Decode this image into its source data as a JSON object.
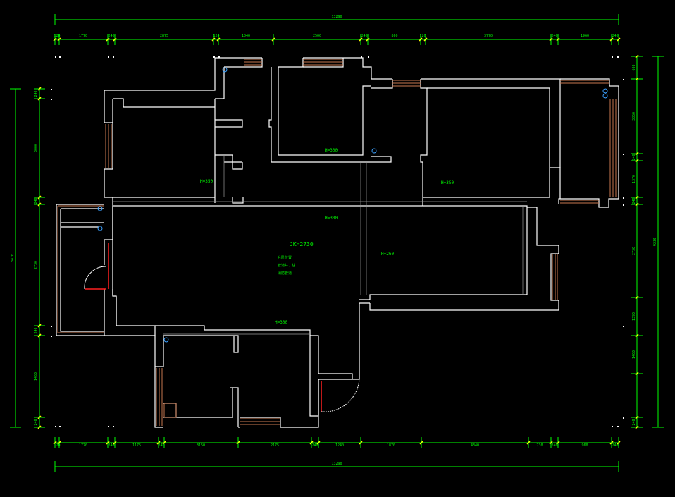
{
  "colors": {
    "background": "#000000",
    "wall": "#ffffff",
    "dim_line": "#00ff00",
    "dim_tick": "#ffff00",
    "window": "#c87850",
    "door_red": "#ff2020",
    "label": "#00ff00",
    "fixture": "#3aa0ff"
  },
  "dimensions": {
    "top_total": "13290",
    "bottom_total": "13290",
    "left_total": "8470",
    "right_total": "9230",
    "top_segments": [
      "120",
      "1770",
      "240",
      "2875",
      "120",
      "1040",
      "2500",
      "240",
      "860",
      "120",
      "3770",
      "240",
      "1960",
      "240"
    ],
    "bottom_segments": [
      "120",
      "1770",
      "240",
      "1175",
      "240",
      "3150",
      "2175",
      "240",
      "1240",
      "1870",
      "4340",
      "730",
      "240",
      "960",
      "240"
    ],
    "left_segments": [
      "240",
      "3000",
      "240",
      "2730",
      "240",
      "1460",
      "240"
    ],
    "right_segments": [
      "600",
      "3860",
      "240",
      "1370",
      "240",
      "2730",
      "1390",
      "1460",
      "240"
    ]
  },
  "rooms": {
    "bed_left_height": "H=350",
    "bed_mid_height": "H=300",
    "bed_right_height": "H=350",
    "corridor_height": "H=300",
    "living_height": "H=260",
    "lower_height": "H=300",
    "ceiling_label": "JK=2730",
    "notes": [
      "台阶位置",
      "管道井、柱",
      "消防管道"
    ]
  }
}
